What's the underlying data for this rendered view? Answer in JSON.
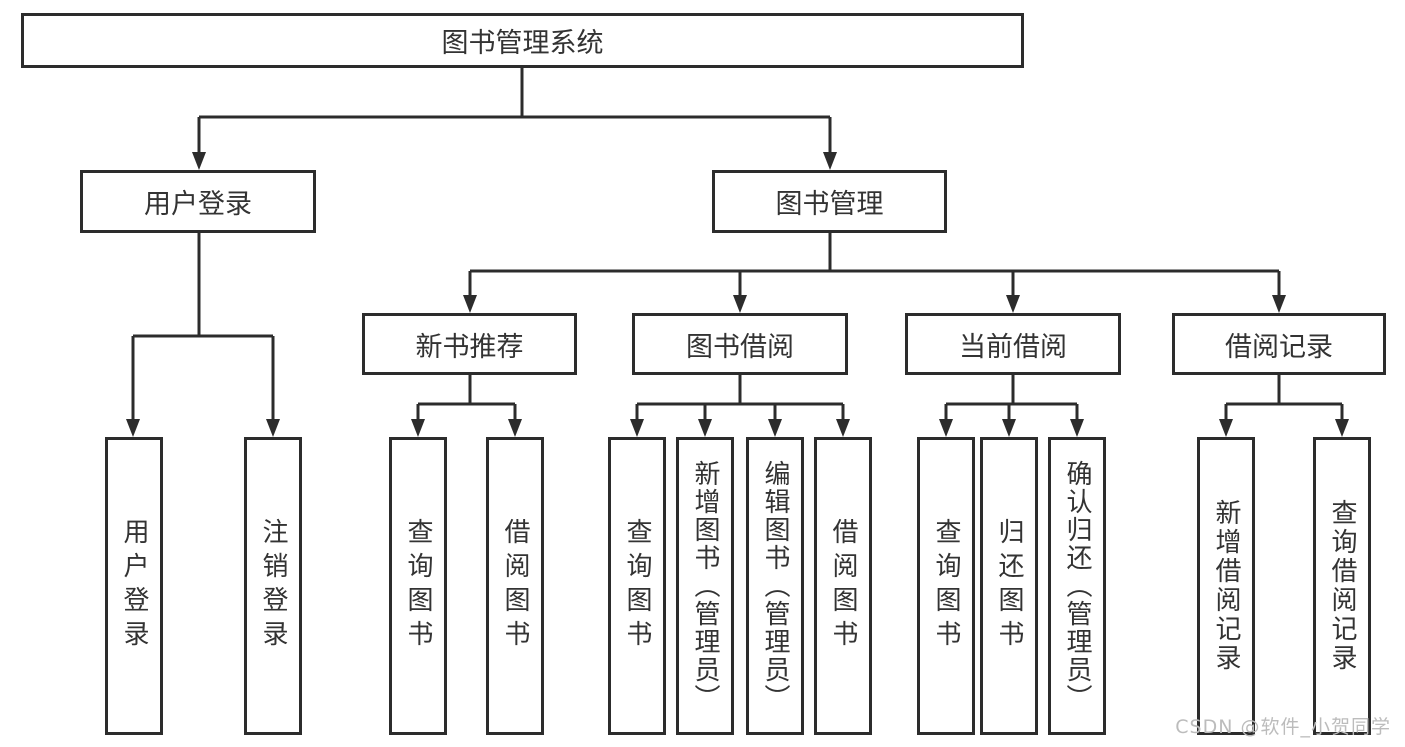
{
  "diagram": {
    "root": {
      "label": "图书管理系统"
    },
    "branches": [
      {
        "label": "用户登录",
        "leaves": [
          {
            "label": "用户登录"
          },
          {
            "label": "注销登录"
          }
        ]
      },
      {
        "label": "图书管理",
        "sections": [
          {
            "label": "新书推荐",
            "leaves": [
              {
                "label": "查询图书"
              },
              {
                "label": "借阅图书"
              }
            ]
          },
          {
            "label": "图书借阅",
            "leaves": [
              {
                "label": "查询图书"
              },
              {
                "label": "新增图书（管理员）"
              },
              {
                "label": "编辑图书（管理员）"
              },
              {
                "label": "借阅图书"
              }
            ]
          },
          {
            "label": "当前借阅",
            "leaves": [
              {
                "label": "查询图书"
              },
              {
                "label": "归还图书"
              },
              {
                "label": "确认归还（管理员）"
              }
            ]
          },
          {
            "label": "借阅记录",
            "leaves": [
              {
                "label": "新增借阅记录"
              },
              {
                "label": "查询借阅记录"
              }
            ]
          }
        ]
      }
    ]
  },
  "watermark": {
    "text": "CSDN @软件_小贺同学"
  },
  "colors": {
    "line": "#2c2c2c",
    "box_border": "#2c2c2c",
    "text": "#333333",
    "watermark": "#bcbcbc",
    "background": "#ffffff"
  }
}
